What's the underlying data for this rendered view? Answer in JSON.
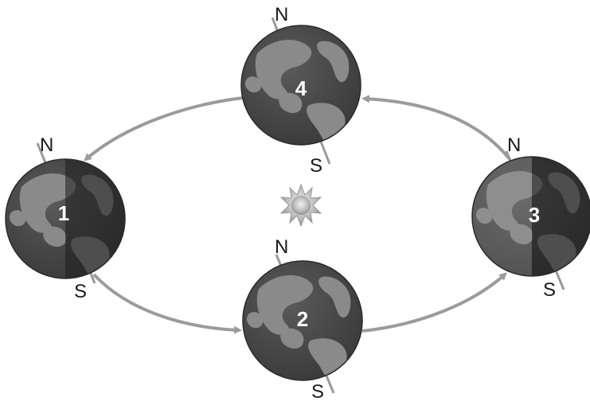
{
  "earths": [
    {
      "id": "1",
      "number": "1",
      "north_label": "N",
      "south_label": "S"
    },
    {
      "id": "2",
      "number": "2",
      "north_label": "N",
      "south_label": "S"
    },
    {
      "id": "3",
      "number": "3",
      "north_label": "N",
      "south_label": "S"
    },
    {
      "id": "4",
      "number": "4",
      "north_label": "N",
      "south_label": "S"
    }
  ],
  "colors": {
    "orbit_arrow": "#9b9b9b",
    "ocean": "#4a4a4a",
    "land": "#8a8a8a",
    "night_side": "#1e1e1e",
    "sun": "#bdbdbd",
    "axis": "#9a9a9a",
    "label": "#1a1a1a"
  },
  "sun": {
    "icon": "sun-icon"
  }
}
